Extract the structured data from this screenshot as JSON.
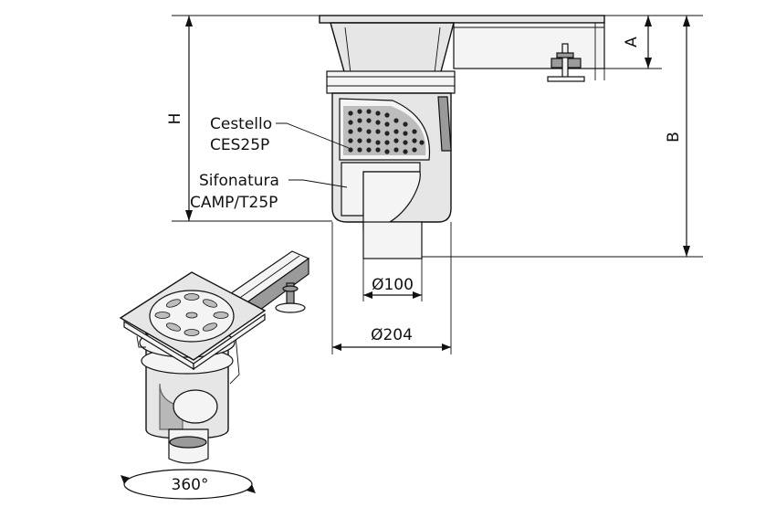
{
  "labels": {
    "dim_h": "H",
    "dim_a": "A",
    "dim_b": "B",
    "basket_name": "Cestello",
    "basket_code": "CES25P",
    "trap_name": "Sifonatura",
    "trap_code": "CAMP/T25P",
    "dia_outlet": "Ø100",
    "dia_body": "Ø204",
    "rotation": "360°"
  }
}
